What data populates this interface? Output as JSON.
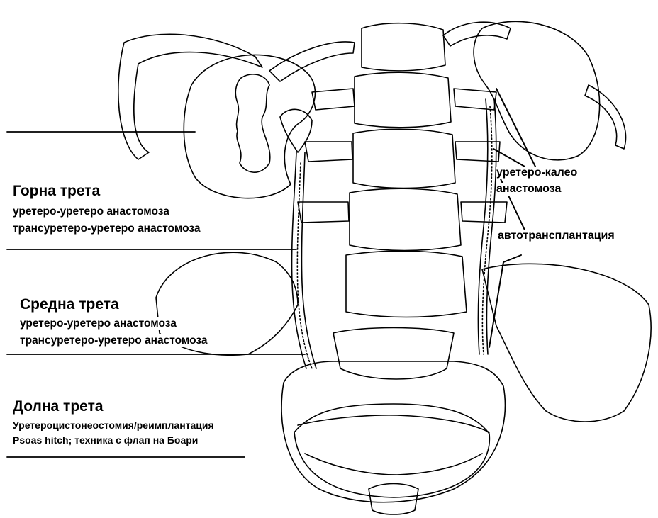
{
  "left_labels": {
    "upper": {
      "heading": "Горна трета",
      "lines": [
        "уретеро-уретеро анастомоза",
        "трансуретеро-уретеро анастомоза"
      ]
    },
    "middle": {
      "heading": "Средна трета",
      "lines": [
        "уретеро-уретеро анастомоза",
        "трансуретеро-уретеро анастомоза"
      ]
    },
    "lower": {
      "heading": "Долна трета",
      "lines": [
        "Уретероцистонеостомия/реимплантация",
        "Psoas hitch; техника с флап на Боари"
      ]
    }
  },
  "right_labels": {
    "calyx": [
      "уретеро-калео",
      "анастомоза"
    ],
    "autotransplant": "автотрансплантация"
  }
}
